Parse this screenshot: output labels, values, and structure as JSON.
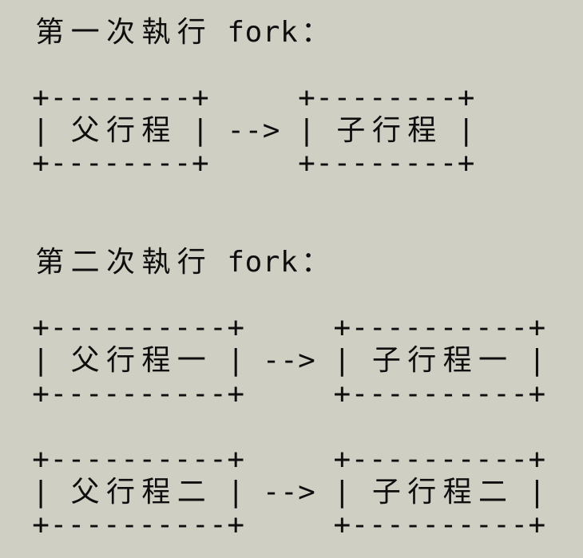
{
  "colors": {
    "background": "#d0cfc4",
    "text": "#0e0e0e"
  },
  "diagram": {
    "sections": [
      {
        "heading": "第一次執行 fork：",
        "pairs": [
          {
            "source": "父行程",
            "arrow": "-->",
            "target": "子行程"
          }
        ]
      },
      {
        "heading": "第二次執行 fork：",
        "pairs": [
          {
            "source": "父行程一",
            "arrow": "-->",
            "target": "子行程一"
          },
          {
            "source": "父行程二",
            "arrow": "-->",
            "target": "子行程二"
          }
        ]
      }
    ],
    "ascii_lines": [
      "第一次執行 fork：",
      "",
      "+--------+     +--------+",
      "| 父行程 | --> | 子行程 |",
      "+--------+     +--------+",
      "",
      "",
      "第二次執行 fork：",
      "",
      "+----------+     +----------+",
      "| 父行程一 | --> | 子行程一 |",
      "+----------+     +----------+",
      "",
      "+----------+     +----------+",
      "| 父行程二 | --> | 子行程二 |",
      "+----------+     +----------+"
    ]
  }
}
